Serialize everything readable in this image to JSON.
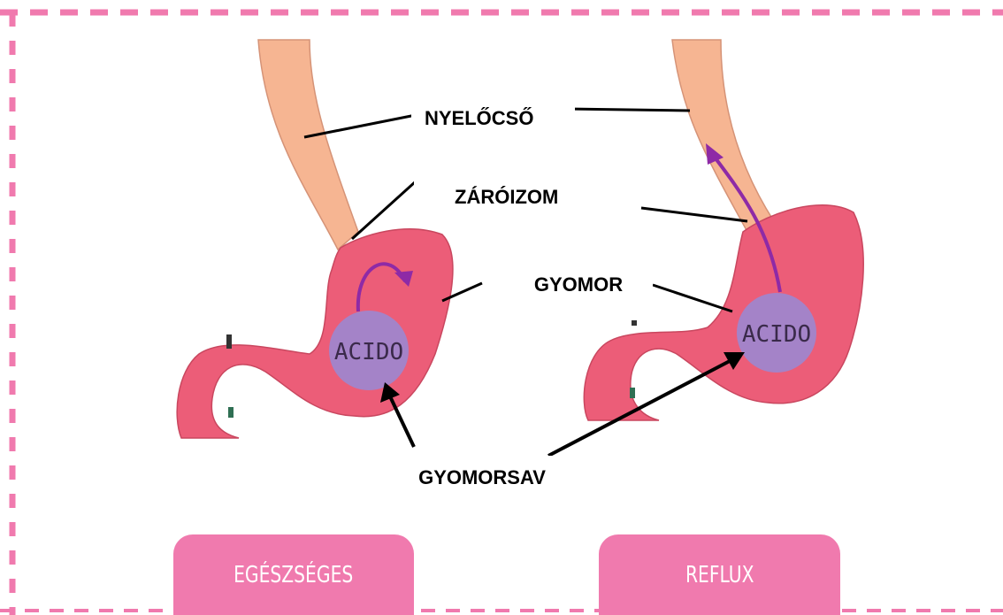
{
  "labels": {
    "esophagus": "NYELŐCSŐ",
    "sphincter": "ZÁRÓIZOM",
    "stomach": "GYOMOR",
    "stomach_acid": "GYOMORSAV"
  },
  "acid_text": "ACIDO",
  "tabs": {
    "healthy": "EGÉSZSÉGES",
    "reflux": "REFLUX"
  },
  "colors": {
    "border_dash": "#f07aae",
    "tab": "#f07aae",
    "stomach": "#ec5d78",
    "esophagus": "#f6b592",
    "acid": "#a483c8",
    "arrow_purple": "#8e2aa6"
  }
}
